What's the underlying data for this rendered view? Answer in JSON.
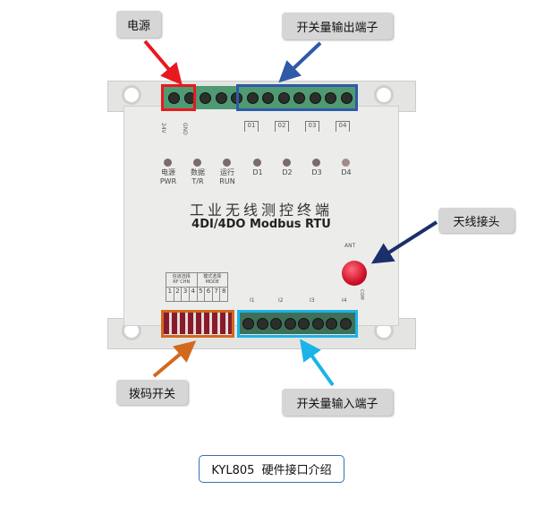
{
  "callouts": {
    "power": "电源",
    "output_terminals": "开关量输出端子",
    "antenna": "天线接头",
    "dip_switch": "拨码开关",
    "input_terminals": "开关量输入端子"
  },
  "caption": "KYL805  硬件接口介绍",
  "device": {
    "title_cn": "工业无线测控终端",
    "title_en": "4DI/4DO Modbus RTU",
    "power_labels": [
      "24V",
      "GND"
    ],
    "outputs": [
      "01",
      "02",
      "03",
      "04"
    ],
    "leds": [
      {
        "cn": "电源",
        "en": "PWR"
      },
      {
        "cn": "数据",
        "en": "T/R"
      },
      {
        "cn": "运行",
        "en": "RUN"
      },
      {
        "cn": "",
        "en": "D1"
      },
      {
        "cn": "",
        "en": "D2"
      },
      {
        "cn": "",
        "en": "D3"
      },
      {
        "cn": "",
        "en": "D4"
      }
    ],
    "antenna_label": "ANT",
    "dip": {
      "group1": "信道选择",
      "group1_en": "RF CHN",
      "group2": "模式选择",
      "group2_en": "MODE",
      "numbers": [
        "1",
        "2",
        "3",
        "4",
        "5",
        "6",
        "7",
        "8"
      ]
    },
    "inputs": [
      "I1",
      "I2",
      "I3",
      "I4"
    ],
    "com_label": "COM"
  },
  "colors": {
    "power": "#e8191e",
    "output": "#2f5aa8",
    "antenna": "#1a2f6b",
    "dip": "#d2691e",
    "input": "#1ab4e8"
  }
}
